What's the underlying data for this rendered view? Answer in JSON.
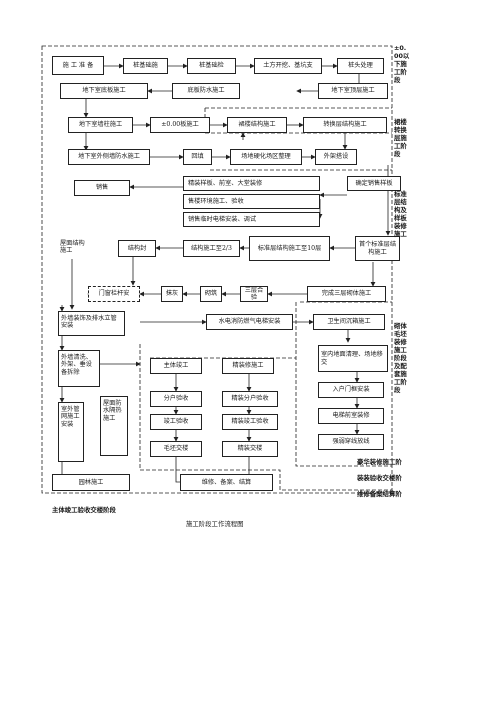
{
  "nodes": {
    "n_prep": "施 工 准 备",
    "n_pile": "桩基础施",
    "n_pile2": "桩基础检",
    "n_earth": "土方开挖、基坑支",
    "n_pilehead": "桩头处理",
    "n_basefloor": "地下室底板施工",
    "n_basewater": "底板防水施工",
    "n_basetop": "地下室顶层施工",
    "n_basewall": "地下室墙柱施工",
    "n_pm0": "±0.00板施工",
    "n_podium": "裙楼结构施工",
    "n_transfer": "转换层结构施工",
    "n_extwater": "地下室外侧墙防水施工",
    "n_backfill": "回填",
    "n_site": "场地硬化场区整理",
    "n_fence": "外架搭设",
    "n_sales": "销售",
    "n_showroom": "精装样板、前室、大堂装修",
    "n_salesenv": "售楼环境施工、验收",
    "n_salelift": "销售临时电梯安装、调试",
    "n_confirm": "确定销售样板",
    "n_roof": "屋面结构施工",
    "n_capping": "结构封",
    "n_struct23": "结构施工至2/3",
    "n_std10": "标准层结构施工至10层",
    "n_firststd": "首个标准层结构施工",
    "n_window": "门窗栏杆安",
    "n_plaster": "抹灰",
    "n_brick": "砌筑",
    "n_check3": "三层合验",
    "n_masonry3": "完成三层砌体施工",
    "n_extwall": "外墙装饰及排水立管安装",
    "n_mep": "水电消防燃气电梯安装",
    "n_toilet": "卫生间沉箱施工",
    "n_clean": "外墙清洗、外架、垂设备拆除",
    "n_mainwork": "主体竣工",
    "n_fitwork": "精装修施工",
    "n_indoor": "室内地面清理、场地移交",
    "n_pipe": "室外管网施工安装",
    "n_rooftop": "屋面防水隔热施工",
    "n_hhaccept": "分户验收",
    "n_fithh": "精装分户验收",
    "n_door": "入户门框安装",
    "n_finish": "竣工验收",
    "n_fitfinish": "精装竣工验收",
    "n_liftins": "电梯前室装修",
    "n_weak": "强弱穿线放线",
    "n_handover": "毛坯交楼",
    "n_fithand": "精装交楼",
    "n_garden": "园林施工",
    "n_maint": "维修、备案、结算"
  },
  "stages": {
    "s1": "±0.00以下施工阶段",
    "s2": "裙楼转换层施工阶段",
    "s3": "标准层结构及样板装修施工",
    "s4": "砌体毛坯装修施工阶段及配套施工阶段",
    "s5": "豪华装修施工阶",
    "s6": "装装验收交楼阶",
    "s7": "维修备案结算阶",
    "s8": "主体竣工验收交楼阶段"
  },
  "caption": "施工阶段工作流程图"
}
